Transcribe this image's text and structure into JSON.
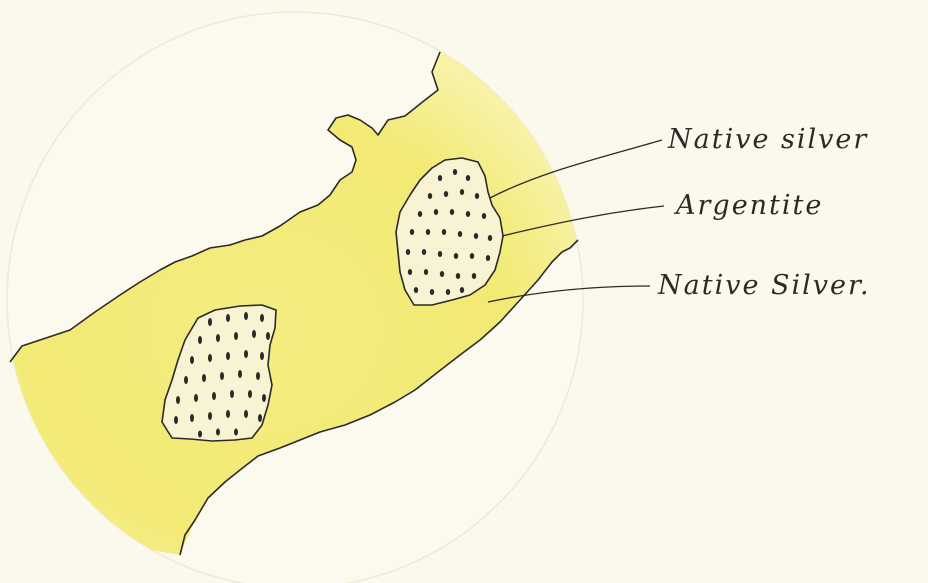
{
  "labels": [
    {
      "id": "native-silver-1",
      "text": "Native silver"
    },
    {
      "id": "argentite",
      "text": "Argentite"
    },
    {
      "id": "native-silver-2",
      "text": "Native Silver."
    }
  ],
  "colors": {
    "paper": "#fbf8ec",
    "silver_fill": "#f2ea73",
    "silver_fill_light": "#f6f19a",
    "argentite_fill": "#f5f0c8",
    "outline": "#2b2a26",
    "dots": "#2b2a26"
  }
}
